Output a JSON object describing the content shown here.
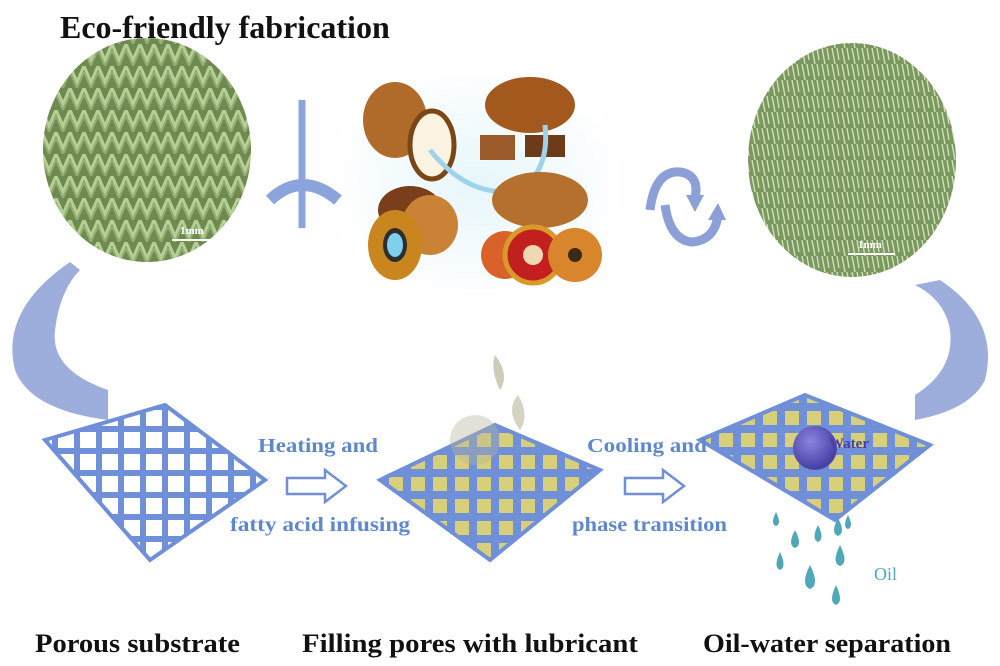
{
  "title": "Eco-friendly fabrication",
  "images": {
    "left_sem_scale": "1mm",
    "right_sem_scale": "1mm"
  },
  "process": {
    "step1_line1": "Heating and",
    "step1_line2": "fatty acid infusing",
    "step2_line1": "Cooling and",
    "step2_line2": "phase transition"
  },
  "labels": {
    "water": "Water",
    "oil": "Oil"
  },
  "stages": [
    {
      "label": "Porous substrate"
    },
    {
      "label": "Filling pores with lubricant"
    },
    {
      "label": "Oil-water separation"
    }
  ],
  "colors": {
    "mesh_blue": "#6f8fd8",
    "arrow_blue": "#8c9fd6",
    "sem_green": "#7e9c5e",
    "drop_teal": "#4fa8b8",
    "water_purple": "#5a4fb0"
  }
}
